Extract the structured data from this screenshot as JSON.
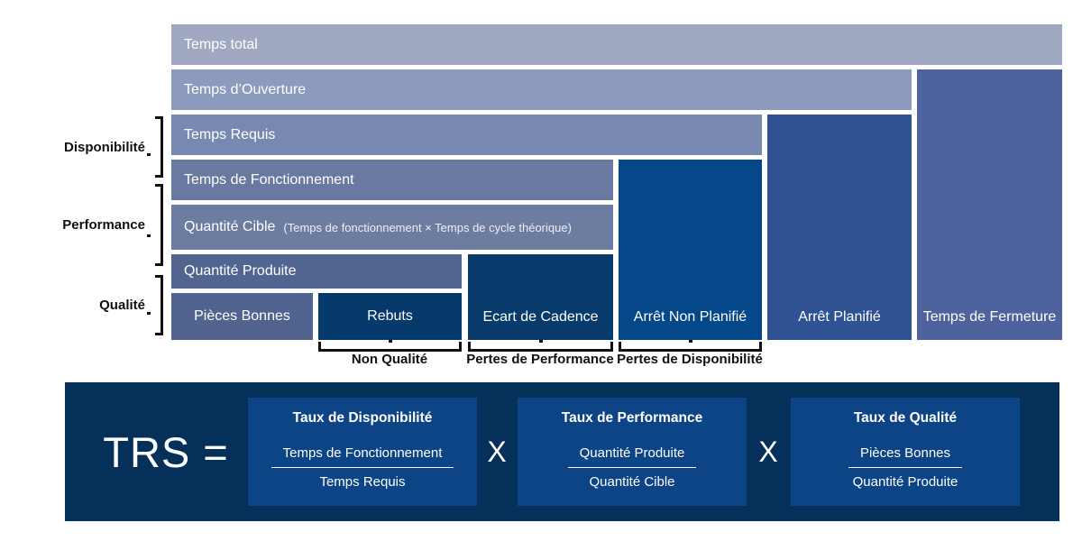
{
  "diagram": {
    "groups": [
      {
        "label": "Disponibilité"
      },
      {
        "label": "Performance"
      },
      {
        "label": "Qualité"
      }
    ],
    "rows": [
      {
        "label": "Temps total"
      },
      {
        "label": "Temps d’Ouverture"
      },
      {
        "label": "Temps Requis"
      },
      {
        "label": "Temps de Fonctionnement"
      },
      {
        "label": "Quantité Cible",
        "note": "(Temps de fonctionnement × Temps de cycle théorique)"
      },
      {
        "label": "Quantité Produite"
      }
    ],
    "quality_cells": [
      {
        "label": "Pièces Bonnes"
      },
      {
        "label": "Rebuts"
      }
    ],
    "columns": [
      {
        "label": "Ecart de Cadence"
      },
      {
        "label": "Arrêt Non Planifié"
      },
      {
        "label": "Arrêt Planifié"
      },
      {
        "label": "Temps de Fermeture"
      }
    ],
    "losses": [
      {
        "label": "Non Qualité"
      },
      {
        "label": "Pertes de Performance"
      },
      {
        "label": "Pertes de Disponibilité"
      }
    ]
  },
  "formula": {
    "lhs": "TRS =",
    "multiply": "X",
    "terms": [
      {
        "title": "Taux de Disponibilité",
        "numerator": "Temps de Fonctionnement",
        "denominator": "Temps Requis"
      },
      {
        "title": "Taux de Performance",
        "numerator": "Quantité Produite",
        "denominator": "Quantité Cible"
      },
      {
        "title": "Taux de Qualité",
        "numerator": "Pièces Bonnes",
        "denominator": "Quantité Produite"
      }
    ]
  },
  "colors": {
    "temps_total": "#A1A9C2",
    "temps_ouverture": "#8C9ABD",
    "temps_requis": "#7889B1",
    "temps_fonctionnement": "#6A79A0",
    "quantite_cible": "#6D7DA2",
    "quantite_produite": "#526590",
    "pieces_bonnes": "#50648F",
    "rebuts": "#063A6C",
    "ecart_cadence": "#083A6C",
    "arret_non_planifie": "#05488A",
    "arret_planifie": "#2E5292",
    "temps_fermeture": "#4E629E",
    "panel_background": "#04305A",
    "card_background": "#0C4486",
    "label_dark": "#111111",
    "label_light": "#FFFFFF"
  }
}
